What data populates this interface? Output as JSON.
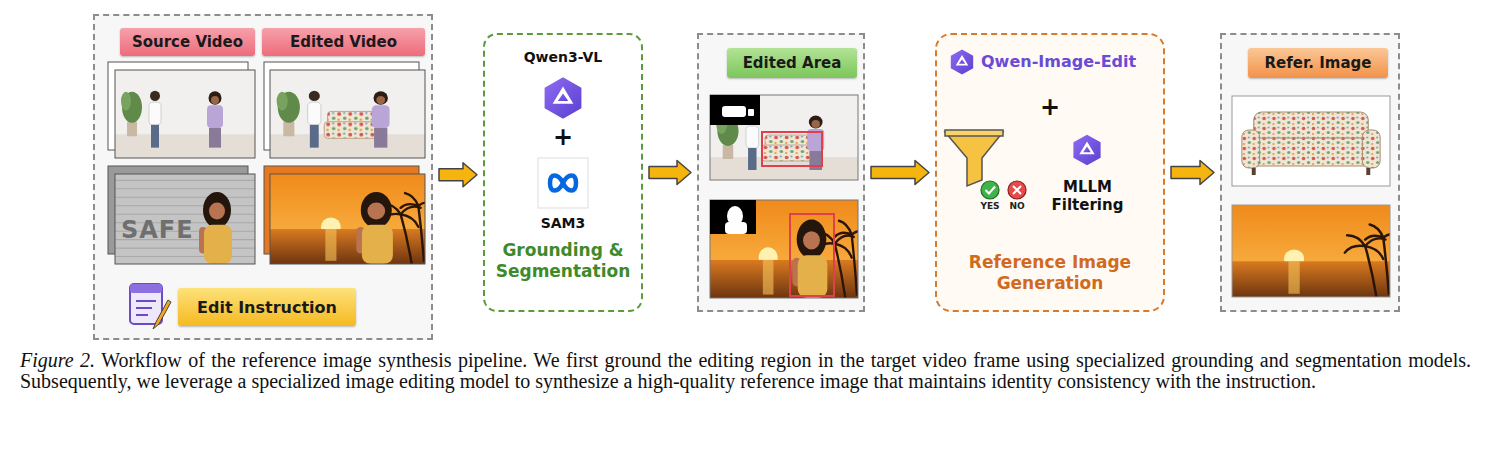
{
  "diagram": {
    "caption": "Figure 2. Workflow of the reference image synthesis pipeline. We first ground the editing region in the target video frame using specialized grounding and segmentation models. Subsequently, we leverage a specialized image editing model to synthesize a high-quality reference image that maintains identity consistency with the instruction.",
    "nodes": [
      {
        "text": []
      },
      {
        "text": [
          "Source Video"
        ],
        "in": 0
      },
      {
        "text": [
          "Edited Video"
        ],
        "in": 0
      },
      {
        "text": [
          "Edit Instruction"
        ],
        "in": 0
      },
      {
        "text": [
          "Qwen3-VL",
          "+",
          "SAM3",
          "Grounding & Segmentation"
        ]
      },
      {
        "text": []
      },
      {
        "text": [
          "Edited Area"
        ],
        "in": 5
      },
      {
        "text": [
          "Qwen-Image-Edit",
          "+",
          "MLLM Filtering",
          "Reference Image Generation"
        ]
      },
      {
        "text": []
      },
      {
        "text": [
          "Refer. Image"
        ],
        "in": 8
      }
    ],
    "edges": [
      {
        "from": 0,
        "to": 4,
        "arrow": "to"
      },
      {
        "from": 4,
        "to": 5,
        "arrow": "to"
      },
      {
        "from": 5,
        "to": 7,
        "arrow": "to"
      },
      {
        "from": 7,
        "to": 8,
        "arrow": "to"
      }
    ],
    "labels": [
      "SAFE",
      "YES",
      "NO"
    ]
  }
}
